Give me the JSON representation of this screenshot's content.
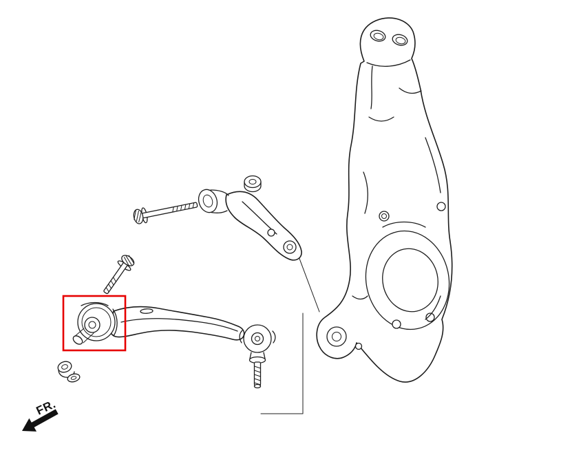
{
  "page": {
    "background_color": "#ffffff"
  },
  "diagram": {
    "kind": "suspension-exploded-parts-line-drawing",
    "direction_label": "FR.",
    "direction_arrow_color": "#111111",
    "stroke_color": "#1c1c1c",
    "highlight": {
      "shape": "rectangle",
      "color": "#e60000",
      "marks_part": "lower-arm-front-bushing"
    },
    "parts": [
      "steering-knuckle",
      "upper-control-arm",
      "upper-arm-pivot-bolt",
      "upper-arm-nut",
      "upper-arm-bushing",
      "lower-control-arm",
      "lower-arm-front-bushing",
      "lower-arm-pivot-bolt",
      "lower-arm-flange-nut-and-washer",
      "lower-ball-joint"
    ]
  }
}
